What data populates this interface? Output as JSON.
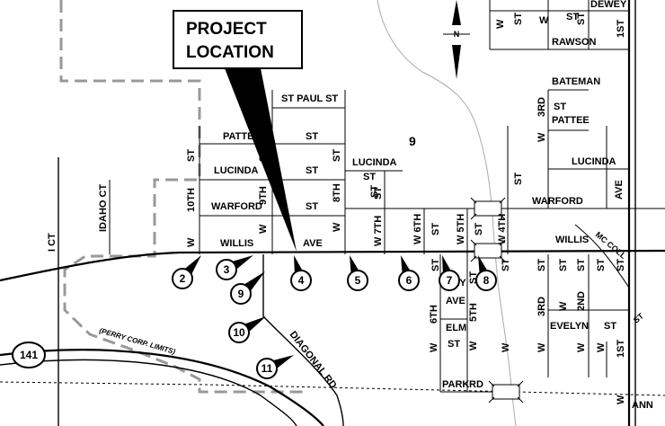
{
  "callout": {
    "line1": "PROJECT",
    "line2": "LOCATION"
  },
  "north_arrow": {
    "label": "N"
  },
  "highway": {
    "shield": "141"
  },
  "section_number": "9",
  "city_limits_label": "(PERRY CORP. LIMITS)",
  "streets": {
    "st_paul": "ST PAUL ST",
    "pattee_1": "PATTEE",
    "pattee_1_st": "ST",
    "lucinda_1": "LUCINDA",
    "lucinda_1_st": "ST",
    "warford_1": "WARFORD",
    "warford_1_st": "ST",
    "willis_1": "WILLIS",
    "ave_1": "AVE",
    "lucinda_2": "LUCINDA",
    "lucinda_2_st": "ST",
    "warford_2": "WARFORD",
    "willis_2": "WILLIS",
    "mc_coll": "MC COLL",
    "lucinda_3": "LUCINDA",
    "ave_3": "AVE",
    "bateman": "BATEMAN",
    "st_pattee": "ST",
    "pattee_2": "PATTEE",
    "rawson": "RAWSON",
    "dewey": "DEWEY",
    "idaho_ct": "IDAHO CT",
    "i_ct": "I CT",
    "tenth": "10TH",
    "tenth_st": "ST",
    "tenth_w": "W",
    "ninth": "9TH",
    "ninth_st": "ST",
    "ninth_w": "W",
    "eighth": "8TH",
    "eighth_st": "ST",
    "eighth_w": "W",
    "seventh": "W 7TH",
    "seventh_st": "ST",
    "sixth": "W 6TH",
    "sixth_st": "ST",
    "fifth": "W 5TH",
    "fifth_st": "ST",
    "fourth": "W 4TH",
    "fourth_st": "ST",
    "sixth_s_w": "W",
    "sixth_s": "6TH",
    "sixth_s_st": "ST",
    "fifth_s_w": "W",
    "fifth_s": "5TH",
    "fifth_s_st": "ST",
    "ey": "EY",
    "ave_s": "AVE",
    "elm": "ELM",
    "elm_st": "ST",
    "park": "PARK",
    "park_rd": "RD",
    "third_w": "W",
    "third": "3RD",
    "third_st": "ST",
    "second": "2ND",
    "second_st": "ST",
    "first_w": "W",
    "first": "1ST",
    "first_st": "ST",
    "evelyn": "EVELYN",
    "evelyn_st": "ST",
    "diagonal_rd": "DIAGONAL RD",
    "ann": "ANN",
    "w_top1": "W",
    "w_top2": "W",
    "first_top": "1ST",
    "third_top_w": "W",
    "third_top": "3RD",
    "st_top": "ST",
    "st_mid": "ST",
    "st_e1": "ST",
    "st_e2": "ST",
    "st_e3": "ST",
    "st_e4": "ST",
    "st_e5": "ST",
    "w_e1": "W",
    "w_e2": "W",
    "w_e3": "W",
    "w_e4": "W",
    "st_sw": "ST",
    "st_sw2": "ST"
  },
  "markers": [
    "2",
    "3",
    "4",
    "5",
    "6",
    "7",
    "8",
    "9",
    "10",
    "11"
  ]
}
